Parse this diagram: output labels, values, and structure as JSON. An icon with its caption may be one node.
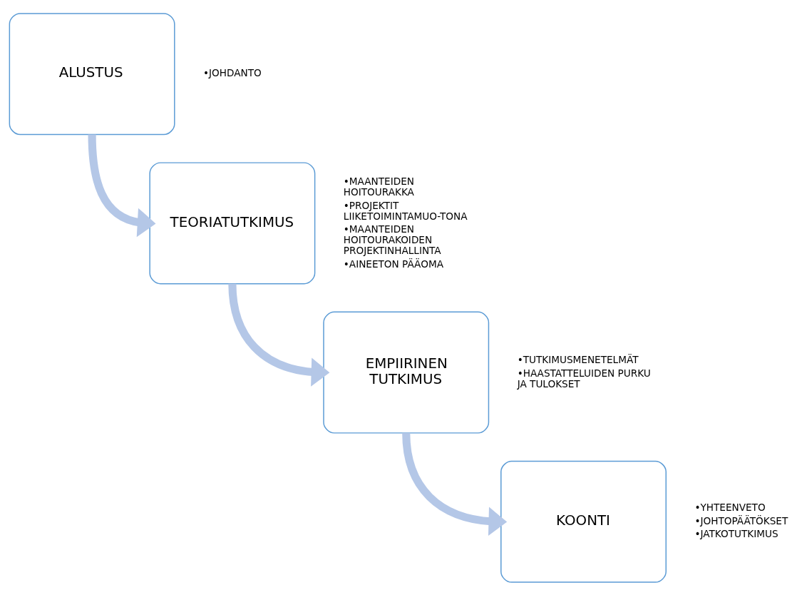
{
  "diagram": {
    "nodes": [
      {
        "text": [
          "ALUSTUS"
        ],
        "beside": [
          "•JOHDANTO"
        ]
      },
      {
        "text": [
          "TEORIATUTKIMUS"
        ],
        "beside": [
          "•MAANTEIDEN HOITOURAKKA",
          "•PROJEKTIT LIIKETOIMINTAMUO-TONA",
          "•MAANTEIDEN HOITOURAKOIDEN PROJEKTINHALLINTA",
          "•AINEETON PÄÄOMA"
        ]
      },
      {
        "text": [
          "EMPIIRINEN TUTKIMUS"
        ],
        "beside": [
          "•TUTKIMUSMENETELMÄT",
          "•HAASTATTELUIDEN PURKU JA TULOKSET"
        ]
      },
      {
        "text": [
          "KOONTI"
        ],
        "beside": [
          "•YHTEENVETO",
          "•JOHTOPÄÄTÖKSET",
          "•JATKOTUTKIMUS"
        ]
      }
    ],
    "edges": [
      {
        "from": 0,
        "to": 1,
        "arrow": "to"
      },
      {
        "from": 1,
        "to": 2,
        "arrow": "to"
      },
      {
        "from": 2,
        "to": 3,
        "arrow": "to"
      }
    ]
  }
}
